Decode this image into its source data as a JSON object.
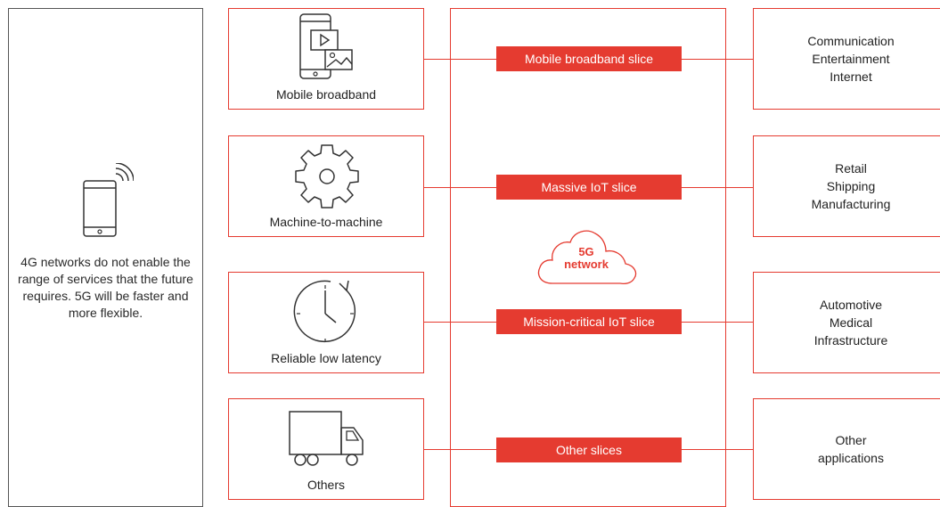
{
  "left_panel": {
    "text": "4G networks do not enable the range of services that the future requires. 5G will be faster and more flexible."
  },
  "use_cases": [
    {
      "label": "Mobile broadband",
      "icon": "smartphone-media-icon"
    },
    {
      "label": "Machine-to-machine",
      "icon": "gear-icon"
    },
    {
      "label": "Reliable low latency",
      "icon": "clock-icon"
    },
    {
      "label": "Others",
      "icon": "truck-icon"
    }
  ],
  "network": {
    "label": "5G\nnetwork",
    "label_line1": "5G",
    "label_line2": "network",
    "slices": [
      "Mobile broadband slice",
      "Massive IoT slice",
      "Mission-critical IoT slice",
      "Other slices"
    ]
  },
  "applications": [
    [
      "Communication",
      "Entertainment",
      "Internet"
    ],
    [
      "Retail",
      "Shipping",
      "Manufacturing"
    ],
    [
      "Automotive",
      "Medical",
      "Infrastructure"
    ],
    [
      "Other",
      "applications"
    ]
  ],
  "app_text": {
    "a0": "Communication\nEntertainment\nInternet",
    "a1": "Retail\nShipping\nManufacturing",
    "a2": "Automotive\nMedical\nInfrastructure",
    "a3": "Other\napplications"
  },
  "colors": {
    "accent": "#e53b30",
    "border_dark": "#555555",
    "text": "#222222"
  }
}
